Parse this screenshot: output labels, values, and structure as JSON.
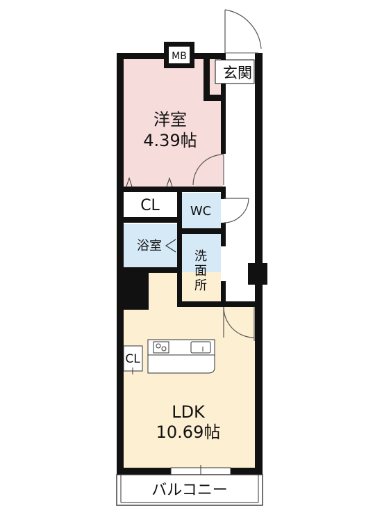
{
  "labels": {
    "mb": "MB",
    "entrance": "玄関",
    "western_room_name": "洋室",
    "western_room_area": "4.39帖",
    "closet_upper": "CL",
    "wc": "WC",
    "bathroom": "浴室",
    "washroom_1": "洗",
    "washroom_2": "面",
    "washroom_3": "所",
    "closet_lower": "CL",
    "ldk_name": "LDK",
    "ldk_area": "10.69帖",
    "balcony": "バルコニー"
  },
  "colors": {
    "western_room": "#f6dcdb",
    "wet_area": "#d6e9f7",
    "ldk": "#fcefd2",
    "wall": "#111111"
  }
}
